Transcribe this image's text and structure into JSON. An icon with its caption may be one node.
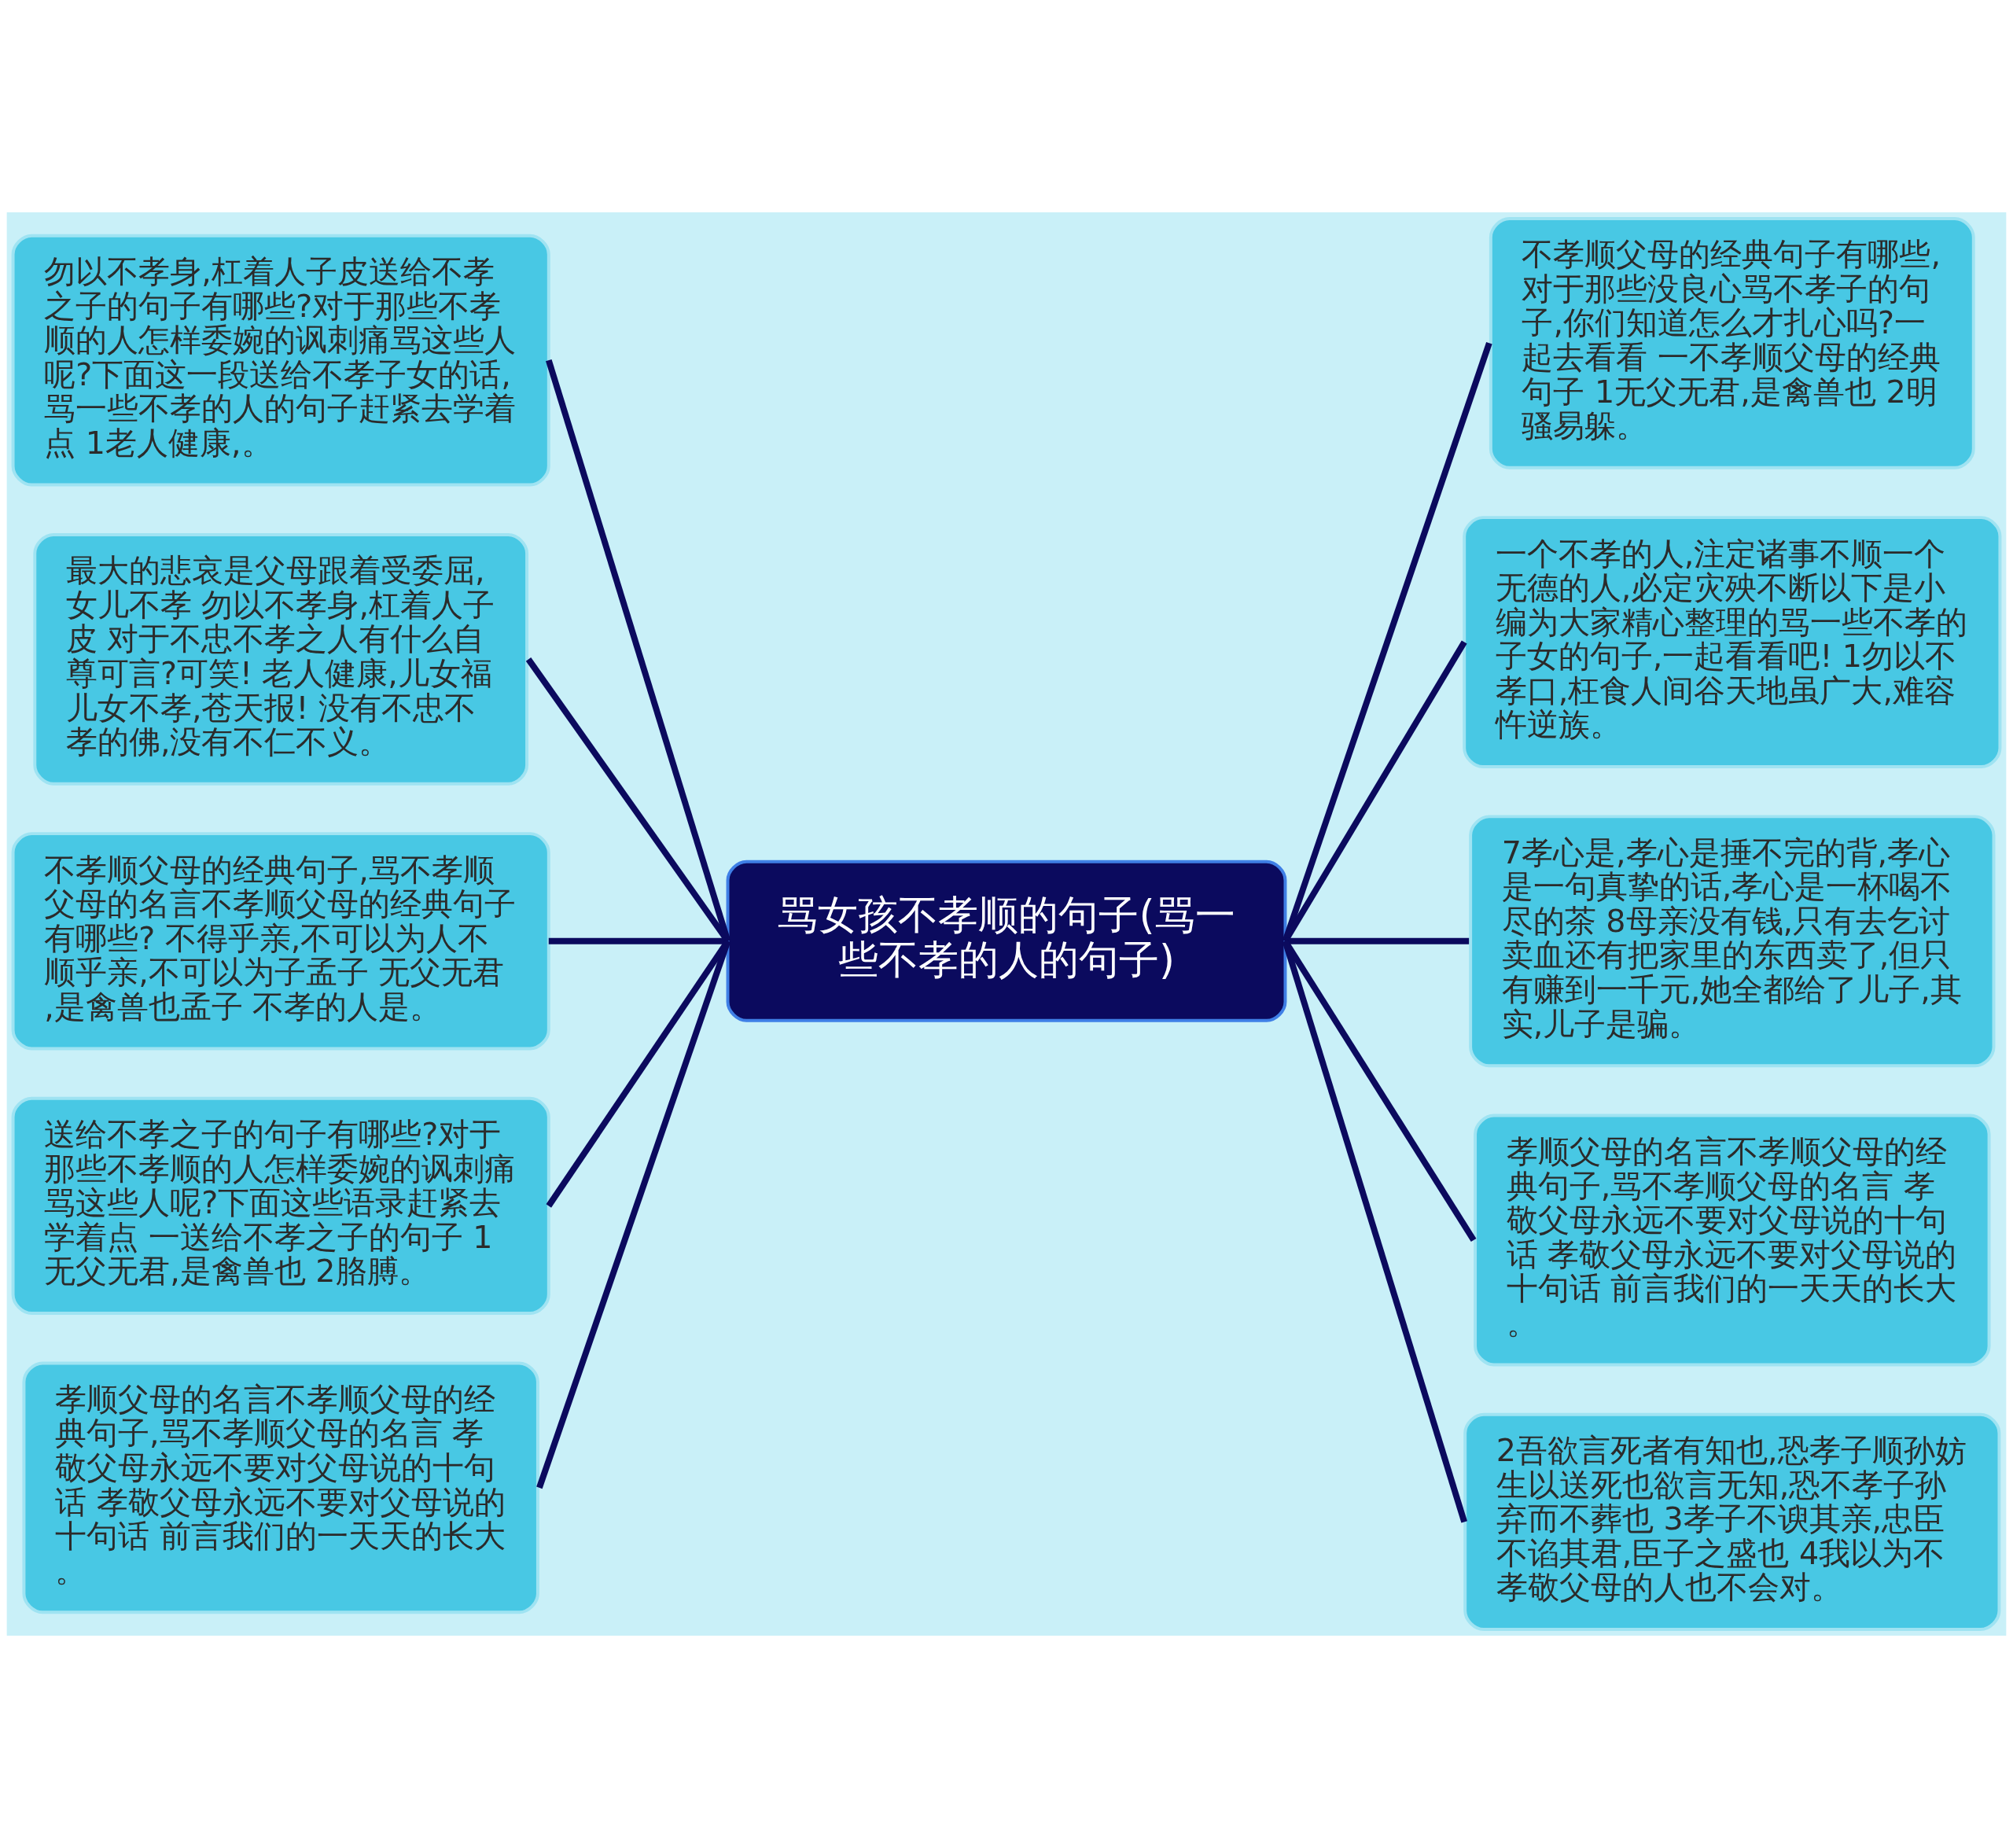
{
  "diagram": {
    "nodes": [
      {
        "text": [
          "骂女孩不孝顺的句子(骂一些不孝的人的句子)"
        ]
      },
      {
        "text": [
          "勿以不孝身,杠着人子皮送给不孝之子的句子有哪些?对于那些不孝顺的人怎样委婉的讽刺痛骂这些人呢?下面这一段送给不孝子女的话,骂一些不孝的人的句子赶紧去学着点 1老人健康,。"
        ]
      },
      {
        "text": [
          "最大的悲哀是父母跟着受委屈,女儿不孝 勿以不孝身,杠着人子皮 对于不忠不孝之人有什么自尊可言?可笑! 老人健康,儿女福儿女不孝,苍天报! 没有不忠不孝的佛,没有不仁不义。"
        ]
      },
      {
        "text": [
          "不孝顺父母的经典句子,骂不孝顺父母的名言不孝顺父母的经典句子有哪些? 不得乎亲,不可以为人不顺乎亲,不可以为子孟子 无父无君,是禽兽也孟子 不孝的人是。"
        ]
      },
      {
        "text": [
          "送给不孝之子的句子有哪些?对于那些不孝顺的人怎样委婉的讽刺痛骂这些人呢?下面这些语录赶紧去学着点 一送给不孝之子的句子 1无父无君,是禽兽也 2胳膊。"
        ]
      },
      {
        "text": [
          "孝顺父母的名言不孝顺父母的经典句子,骂不孝顺父母的名言 孝敬父母永远不要对父母说的十句话 孝敬父母永远不要对父母说的十句话 前言我们的一天天的长大。"
        ]
      },
      {
        "text": [
          "不孝顺父母的经典句子有哪些,对于那些没良心骂不孝子的句子,你们知道怎么才扎心吗?一起去看看 一不孝顺父母的经典句子 1无父无君,是禽兽也 2明骚易躲。"
        ]
      },
      {
        "text": [
          "一个不孝的人,注定诸事不顺一个无德的人,必定灾殃不断以下是小编为大家精心整理的骂一些不孝的子女的句子,一起看看吧! 1勿以不孝口,枉食人间谷天地虽广大,难容忤逆族。"
        ]
      },
      {
        "text": [
          "7孝心是,孝心是捶不完的背,孝心是一句真挚的话,孝心是一杯喝不尽的茶 8母亲没有钱,只有去乞讨卖血还有把家里的东西卖了,但只有赚到一千元,她全都给了儿子,其实,儿子是骗。"
        ]
      },
      {
        "text": [
          "孝顺父母的名言不孝顺父母的经典句子,骂不孝顺父母的名言 孝敬父母永远不要对父母说的十句话 孝敬父母永远不要对父母说的十句话 前言我们的一天天的长大。"
        ]
      },
      {
        "text": [
          "2吾欲言死者有知也,恐孝子顺孙妨生以送死也欲言无知,恐不孝子孙弃而不葬也 3孝子不谀其亲,忠臣不谄其君,臣子之盛也 4我以为不孝敬父母的人也不会对。"
        ]
      }
    ],
    "edges": [
      {
        "from": 0,
        "to": 1,
        "arrow": "none"
      },
      {
        "from": 0,
        "to": 2,
        "arrow": "none"
      },
      {
        "from": 0,
        "to": 3,
        "arrow": "none"
      },
      {
        "from": 0,
        "to": 4,
        "arrow": "none"
      },
      {
        "from": 0,
        "to": 5,
        "arrow": "none"
      },
      {
        "from": 0,
        "to": 6,
        "arrow": "none"
      },
      {
        "from": 0,
        "to": 7,
        "arrow": "none"
      },
      {
        "from": 0,
        "to": 8,
        "arrow": "none"
      },
      {
        "from": 0,
        "to": 9,
        "arrow": "none"
      },
      {
        "from": 0,
        "to": 10,
        "arrow": "none"
      }
    ]
  }
}
